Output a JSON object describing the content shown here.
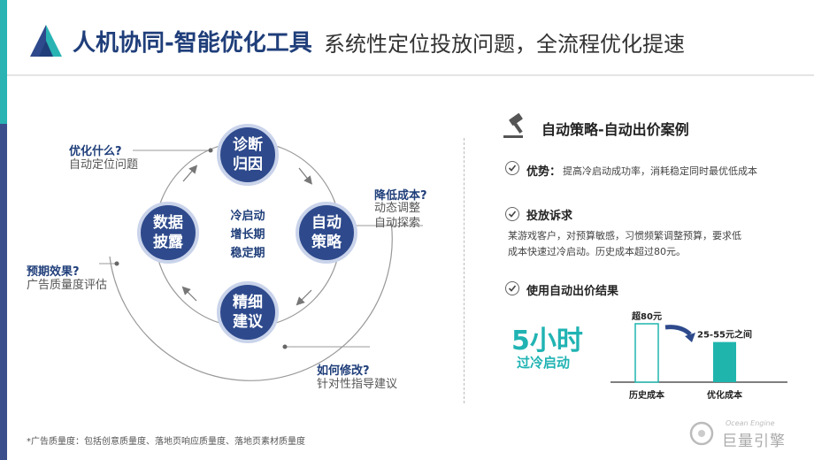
{
  "header": {
    "title_main": "人机协同-智能优化工具",
    "title_sub": "系统性定位投放问题，全流程优化提速"
  },
  "cycle": {
    "nodes": {
      "diagnose": "诊断\n归因",
      "auto_strategy": "自动\n策略",
      "refine": "精细\n建议",
      "data": "数据\n披露"
    },
    "center_labels": [
      "冷启动",
      "增长期",
      "稳定期"
    ],
    "callouts": {
      "optimize_what": {
        "q": "优化什么?",
        "a": "自动定位问题"
      },
      "reduce_cost": {
        "q": "降低成本?",
        "a1": "动态调整",
        "a2": "自动探索"
      },
      "expected_effect": {
        "q": "预期效果?",
        "a": "广告质量度评估"
      },
      "how_modify": {
        "q": "如何修改?",
        "a": "针对性指导建议"
      }
    }
  },
  "right_panel": {
    "title": "自动策略-自动出价案例",
    "advantage_label": "优势：",
    "advantage_text": "提高冷启动成功率，消耗稳定同时最优低成本",
    "appeal_label": "投放诉求",
    "appeal_line1": "某游戏客户，对预算敏感，习惯频繁调整预算，要求低",
    "appeal_line2": "成本快速过冷启动。历史成本超过80元。",
    "result_label": "使用自动出价结果",
    "stat_big": "5小时",
    "stat_sub": "过冷启动"
  },
  "chart_data": {
    "type": "bar",
    "categories": [
      "历史成本",
      "优化成本"
    ],
    "data_labels": [
      "超80元",
      "25-55元之间"
    ],
    "values_text": [
      "超80元",
      "25-55元之间"
    ],
    "values": [
      80,
      55
    ],
    "colors": [
      "#ffffff",
      "#1fb5ad"
    ],
    "xlabel": "",
    "ylabel": ""
  },
  "footnote": "*广告质量度：包括创意质量度、落地页响应质量度、落地页素材质量度",
  "brand": {
    "en": "Ocean Engine",
    "cn": "巨量引擎"
  }
}
